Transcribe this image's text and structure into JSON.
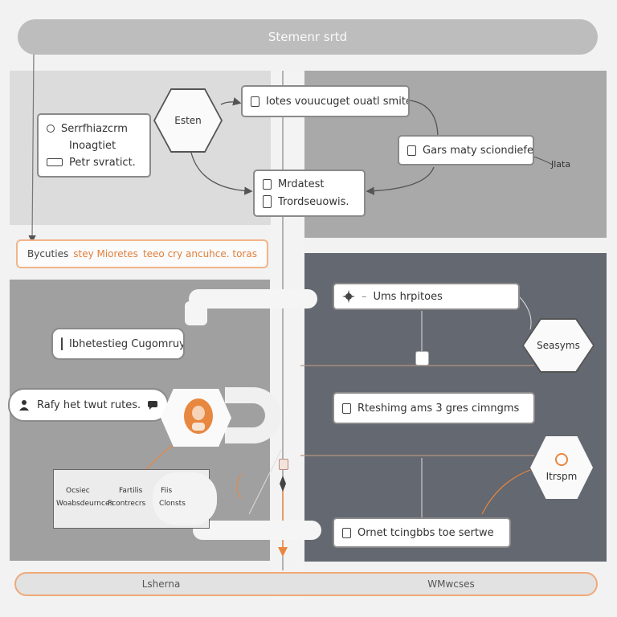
{
  "header": {
    "title": "Stemenr srtd"
  },
  "top_left": {
    "card": {
      "line1": "Serrfhiazcrm",
      "line2": "Inoagtiet",
      "line3": "Petr svratict."
    },
    "hex_label": "Esten"
  },
  "top_center": {
    "top_box": "Iotes vouucuget ouatl smites",
    "mid_box": {
      "line1": "Mrdatest",
      "line2": "Trordseuowis."
    }
  },
  "top_right": {
    "box": "Gars maty sciondiefess",
    "side_label": "Jlata"
  },
  "legend": {
    "item1": "Bycuties",
    "item2": "stey Mioretes",
    "item3": "teeo cry ancuhce. toras"
  },
  "bottom_left": {
    "pill1": "Ibhetestieg Cugomruy",
    "pill2": "Rafy het twut rutes.",
    "cluster": {
      "col1_top": "Ocsiec",
      "col1_bottom": "Woabsdeurnces",
      "col2_top": "Fartilis",
      "col2_bottom": "Fcontrecrs",
      "col3_top": "Fiis",
      "col3_bottom": "Clonsts"
    }
  },
  "bottom_right": {
    "box1": "Ums hrpitoes",
    "hex1": "Seasyms",
    "box2": "Rteshimg ams 3 gres cimngms",
    "hex2": "Itrspm",
    "box3": "Ornet tcingbbs toe sertwe"
  },
  "footer": {
    "left": "Lsherna",
    "right": "WMwcses"
  },
  "icons": [
    "flag-icon",
    "person-icon",
    "chat-icon",
    "gear-icon",
    "document-icon",
    "avatar-icon"
  ],
  "colors": {
    "accent": "#e8873f",
    "dark_panel": "#646870",
    "mid_panel": "#a9a9a9"
  }
}
